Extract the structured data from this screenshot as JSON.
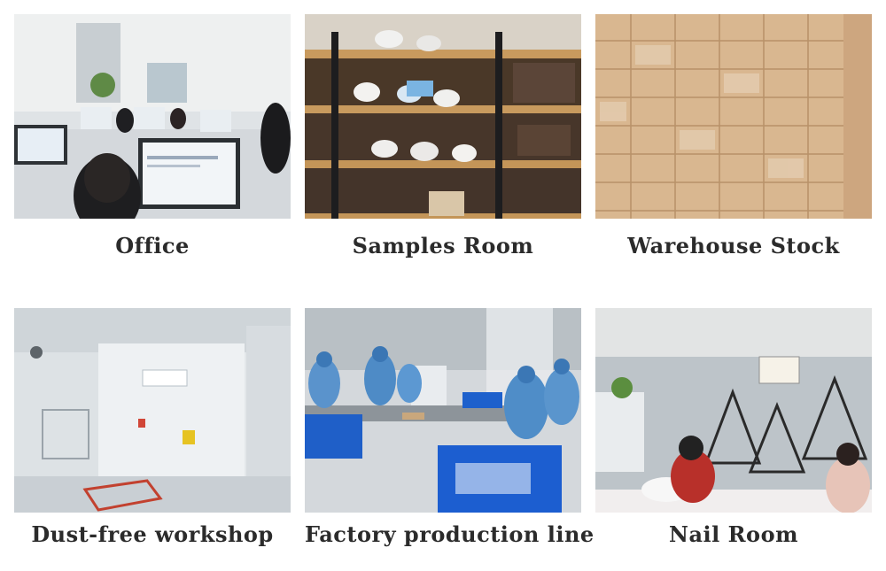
{
  "panels": [
    {
      "caption": "Office"
    },
    {
      "caption": "Samples Room"
    },
    {
      "caption": "Warehouse Stock"
    },
    {
      "caption": "Dust-free workshop"
    },
    {
      "caption": "Factory production line"
    },
    {
      "caption": "Nail Room"
    }
  ]
}
